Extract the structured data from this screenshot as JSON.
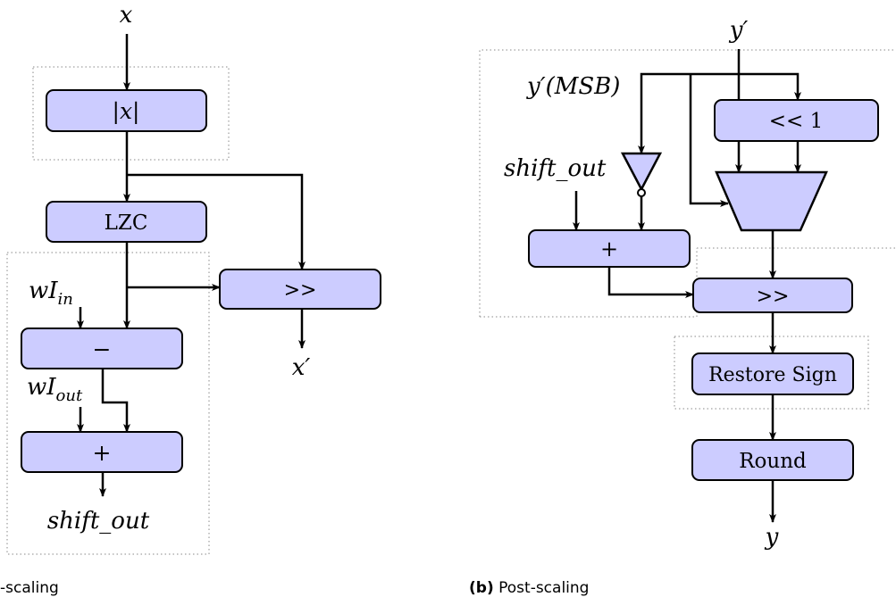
{
  "left": {
    "input": "x",
    "abs_box": "|x|",
    "lzc_box": "LZC",
    "shift_box": ">>",
    "output": "x′",
    "w_in": {
      "base": "wI",
      "sub": "in"
    },
    "minus_box": "−",
    "w_out": {
      "base": "wI",
      "sub": "out"
    },
    "plus_box": "+",
    "shift_out": "shift_out",
    "caption_text": "-scaling"
  },
  "right": {
    "input": "y′",
    "msb": "y′(MSB)",
    "shl_box": "<< 1",
    "shift_out": "shift_out",
    "plus_box": "+",
    "shift_box": ">>",
    "restore_box": "Restore Sign",
    "round_box": "Round",
    "output": "y",
    "caption_tag": "(b)",
    "caption_text": "Post-scaling"
  },
  "colors": {
    "box_fill": "#ccccff",
    "stroke": "#000000",
    "group_border": "#888888"
  }
}
